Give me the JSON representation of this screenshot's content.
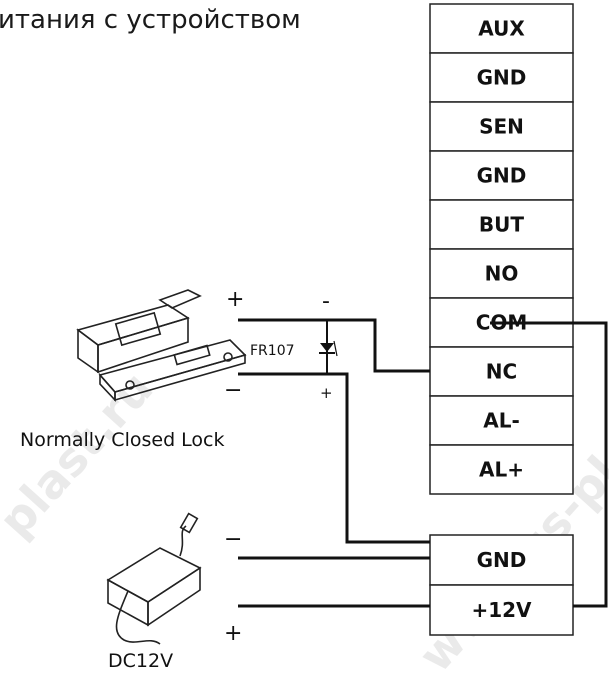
{
  "header": {
    "title": "итания с устройством"
  },
  "terminal_block": {
    "labels": [
      "AUX",
      "GND",
      "SEN",
      "GND",
      "BUT",
      "NO",
      "COM",
      "NC",
      "AL-",
      "AL+"
    ]
  },
  "power_block": {
    "labels": [
      "GND",
      "+12V"
    ]
  },
  "lock": {
    "caption": "Normally Closed Lock",
    "plus": "+",
    "minus": "−"
  },
  "diode": {
    "part": "FR107",
    "minus": "-",
    "plus": "+"
  },
  "power_supply": {
    "caption": "DC12V",
    "minus": "−",
    "plus": "+"
  },
  "watermark": {
    "left": "plast.ru",
    "right": "www.us-pl"
  }
}
